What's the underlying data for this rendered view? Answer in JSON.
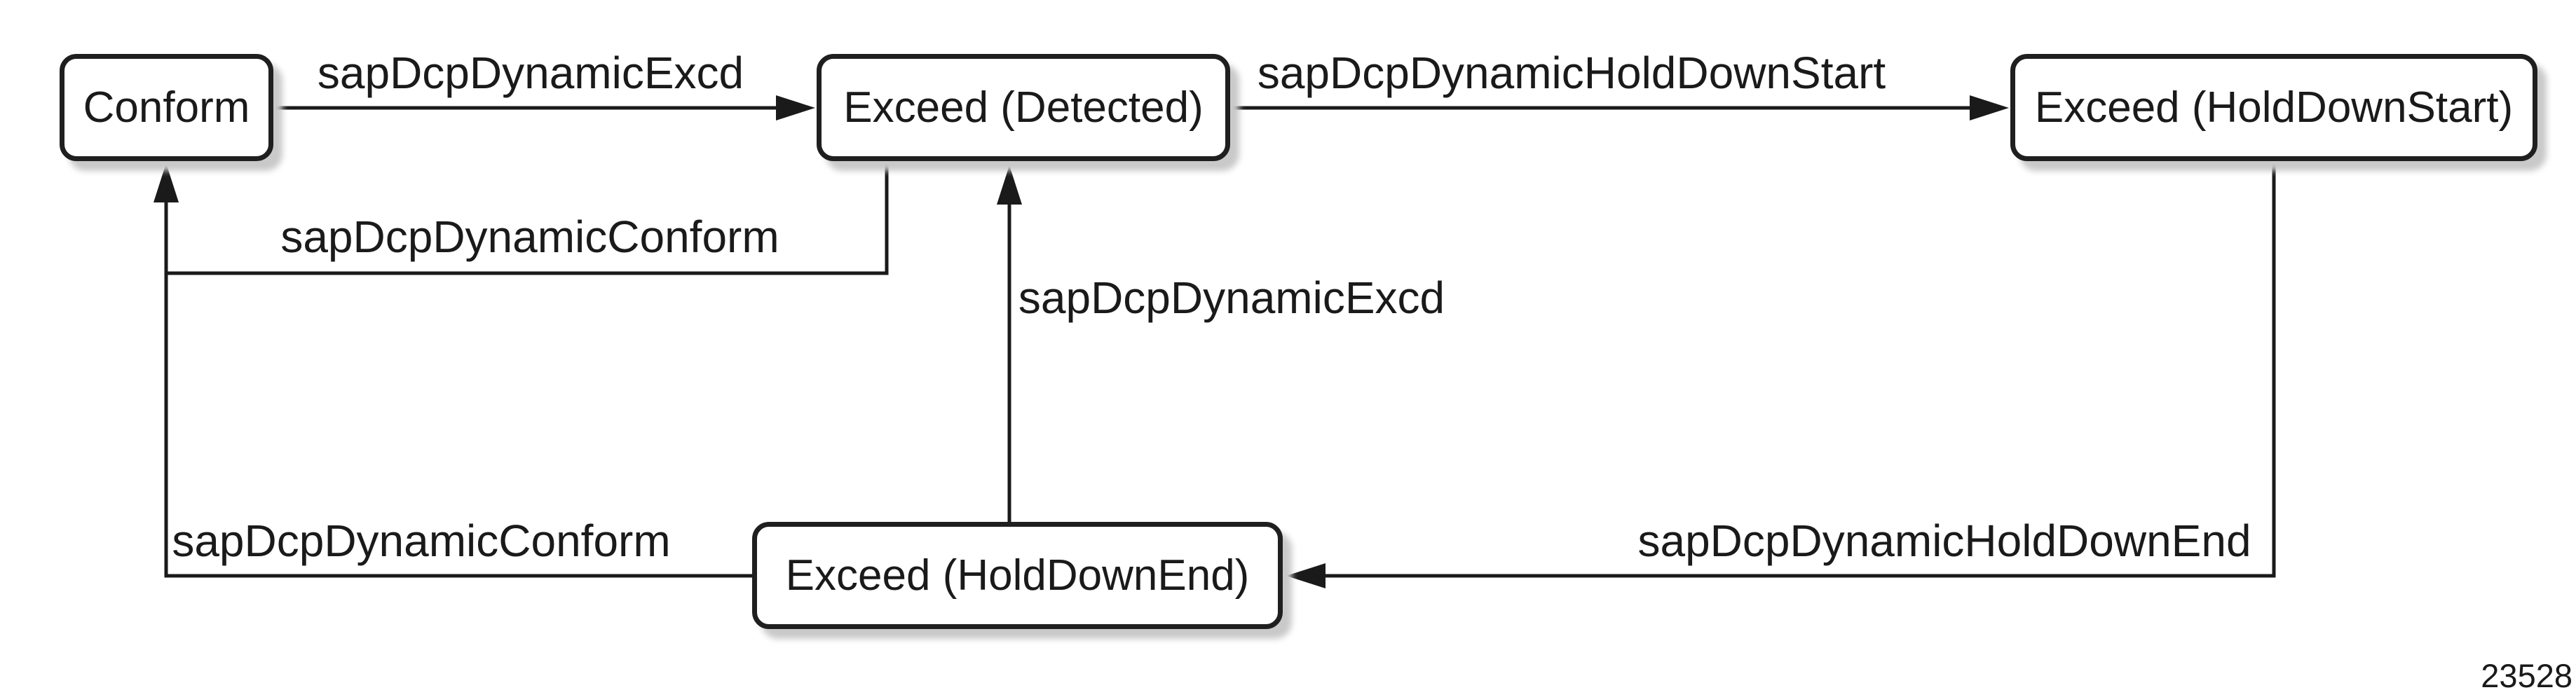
{
  "diagram": {
    "figure_number": "23528",
    "colors": {
      "background": "#ffffff",
      "line": "#1a1a1a",
      "box_border": "#1f1f1f",
      "box_shadow": "#c9c9c9",
      "text": "#1a1a1a"
    },
    "states": [
      {
        "id": "conform",
        "label": "Conform"
      },
      {
        "id": "exceed-detected",
        "label": "Exceed (Detected)"
      },
      {
        "id": "exceed-holddownstart",
        "label": "Exceed (HoldDownStart)"
      },
      {
        "id": "exceed-holddownend",
        "label": "Exceed (HoldDownEnd)"
      }
    ],
    "transitions": [
      {
        "from": "conform",
        "to": "exceed-detected",
        "label": "sapDcpDynamicExcd"
      },
      {
        "from": "exceed-detected",
        "to": "exceed-holddownstart",
        "label": "sapDcpDynamicHoldDownStart"
      },
      {
        "from": "exceed-detected",
        "to": "conform",
        "label": "sapDcpDynamicConform"
      },
      {
        "from": "exceed-holddownend",
        "to": "exceed-detected",
        "label": "sapDcpDynamicExcd"
      },
      {
        "from": "exceed-holddownstart",
        "to": "exceed-holddownend",
        "label": "sapDcpDynamicHoldDownEnd"
      },
      {
        "from": "exceed-holddownend",
        "to": "conform",
        "label": "sapDcpDynamicConform"
      }
    ]
  }
}
